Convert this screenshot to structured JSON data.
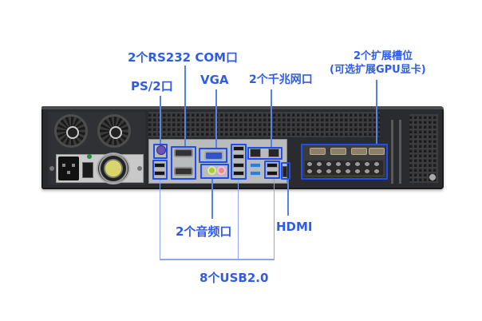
{
  "labels": {
    "com": "2个RS232 COM口",
    "ps2": "PS/2口",
    "vga": "VGA",
    "nic": "2个千兆网口",
    "expansion_line1": "2个扩展槽位",
    "expansion_line2": "(可选扩展GPU显卡)",
    "audio": "2个音频口",
    "hdmi": "HDMI",
    "usb": "8个USB2.0"
  },
  "colors": {
    "label_blue": "#2f5ce6",
    "highlight_box": "#1f4ef0",
    "chassis": "#2a2b2e"
  },
  "device": {
    "type": "2U rackmount server rear panel",
    "components": [
      "dual-fans",
      "power-supply",
      "power-inlet",
      "power-switch",
      "io-shield",
      "gpu-expansion-card",
      "side-vent"
    ]
  }
}
